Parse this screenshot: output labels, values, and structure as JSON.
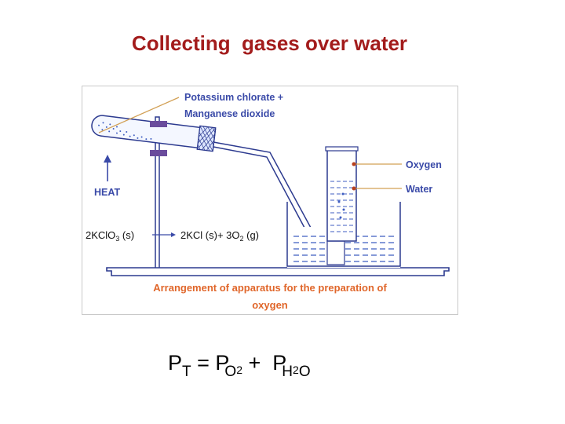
{
  "title": "Collecting  gases over water",
  "diagram": {
    "label_reactants_line1": "Potassium chlorate +",
    "label_reactants_line2": "Manganese dioxide",
    "label_heat": "HEAT",
    "label_oxygen": "Oxygen",
    "label_water": "Water",
    "caption_line1": "Arrangement of apparatus for the preparation of",
    "caption_line2": "oxygen",
    "reaction": {
      "reactant": "2KClO",
      "reactant_sub": "3",
      "reactant_state": " (s)",
      "product1": "2KCl (s)+ 3O",
      "product1_sub": "2",
      "product1_state": " (g)"
    },
    "colors": {
      "text_blue": "#3a4aa8",
      "arrow_blue": "#3a4aa8",
      "pointer_line": "#d2a055",
      "pointer_dot": "#b9411e",
      "caption_orange": "#e0662a",
      "water_blue": "#3f5ec1",
      "clamp_purple": "#6a4c9c"
    }
  },
  "equation": {
    "lhs": "P",
    "lhs_sub": "T",
    "equals": " = ",
    "term1": "P",
    "term1_sub": "O",
    "term1_sub2": "2",
    "plus": " +  ",
    "term2": "P",
    "term2_sub": "H",
    "term2_sub2": "2",
    "term2_sub3": "O"
  }
}
